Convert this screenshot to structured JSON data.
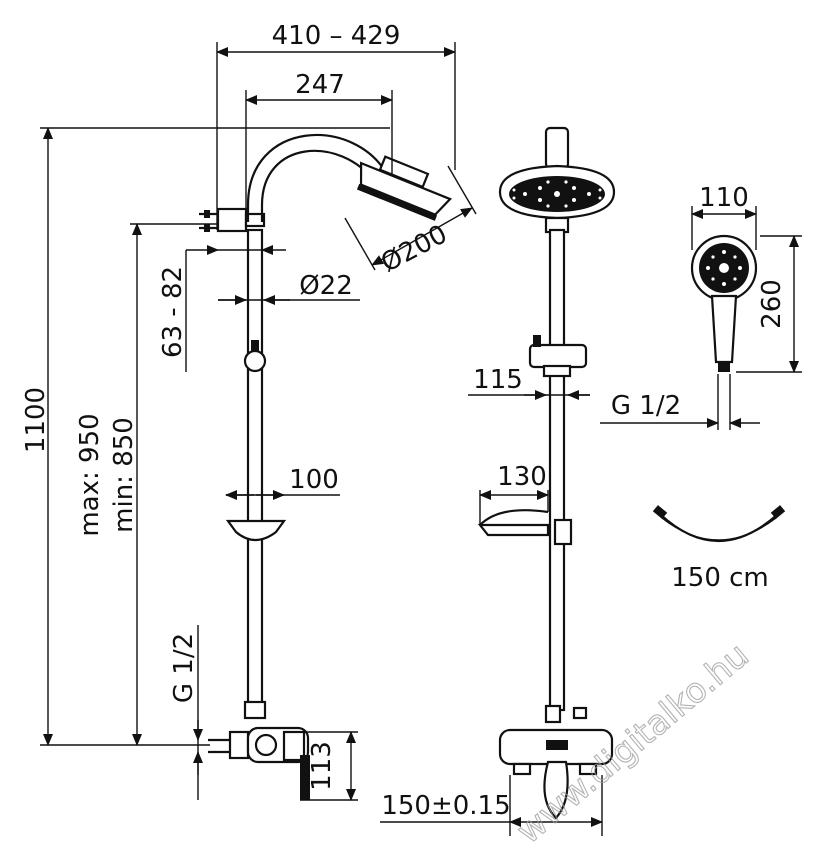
{
  "dimensions": {
    "arm_span": "410 – 429",
    "arm_reach": "247",
    "head_diameter": "Ø200",
    "pipe_diameter": "Ø22",
    "wall_offset": "63 - 82",
    "total_height": "1100",
    "slide_range_max": "max: 950",
    "slide_range_min": "min: 850",
    "tray_depth_side": "100",
    "inlet_thread_left": "G 1/2",
    "mixer_height": "113",
    "holder_width": "115",
    "tray_width_front": "130",
    "inlet_spacing": "150±0.15",
    "hand_shower_diameter": "110",
    "hand_shower_length": "260",
    "hose_thread": "G 1/2",
    "hose_length": "150 cm"
  },
  "watermark": "www.digitalko.hu"
}
